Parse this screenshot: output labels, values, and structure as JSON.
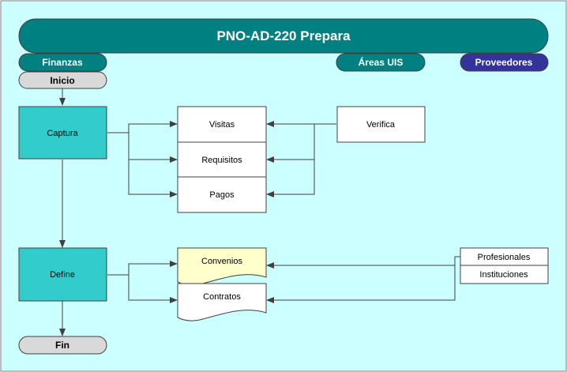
{
  "title": "PNO-AD-220 Prepara",
  "lanes": {
    "finanzas": "Finanzas",
    "areas": "Áreas UIS",
    "proveedores": "Proveedores"
  },
  "terminals": {
    "start": "Inicio",
    "end": "Fin"
  },
  "processes": {
    "captura": "Captura",
    "define": "Define"
  },
  "records": {
    "visitas": "Visitas",
    "requisitos": "Requisitos",
    "pagos": "Pagos"
  },
  "verifica": "Verifica",
  "documents": {
    "convenios": "Convenios",
    "contratos": "Contratos"
  },
  "suppliers": {
    "profesionales": "Profesionales",
    "instituciones": "Instituciones"
  },
  "colors": {
    "background": "#ccffff",
    "title_bar": "#008080",
    "lane_finanzas": "#008080",
    "lane_areas": "#008080",
    "lane_proveedores": "#333399",
    "process_fill": "#33cccc",
    "terminal_fill": "#d9d9d9",
    "convenios_fill": "#ffffcc"
  }
}
